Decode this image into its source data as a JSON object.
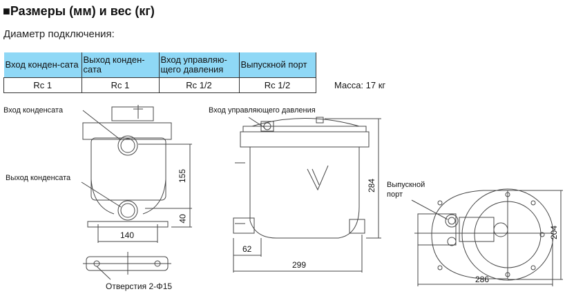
{
  "title": "■Размеры (мм) и вес (кг)",
  "subtitle": "Диаметр подключения:",
  "table": {
    "headers": [
      "Вход конден-сата",
      "Выход конден-сата",
      "Вход управляю-щего давления",
      "Выпускной порт"
    ],
    "row": [
      "Rc 1",
      "Rc 1",
      "Rc 1/2",
      "Rc 1/2"
    ]
  },
  "mass": "Масса: 17 кг",
  "labels": {
    "inlet": "Вход конденсата",
    "outlet": "Выход конденсата",
    "pilot": "Вход управляющего давления",
    "drain_line1": "Выпускной",
    "drain_line2": "порт",
    "holes": "Отверстия 2-Φ15"
  },
  "dimensions": {
    "d155": "155",
    "d40": "40",
    "d140": "140",
    "d284": "284",
    "d62": "62",
    "d299": "299",
    "d204": "204",
    "d286": "286"
  }
}
